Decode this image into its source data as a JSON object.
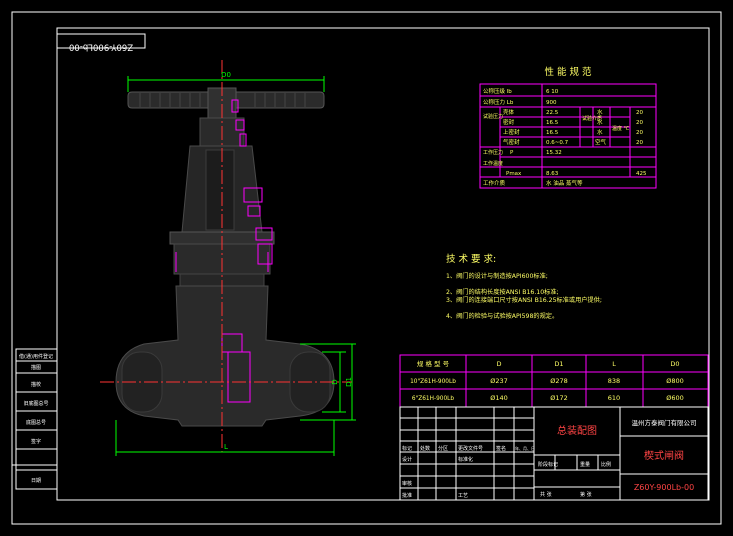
{
  "drawing_code_mirrored": "Z60Y-900Lb-00",
  "performance": {
    "title": "性 能 规 范",
    "rows": [
      {
        "label": "公称压级 lb",
        "value": "6  10"
      },
      {
        "label": "公称压力 Lb",
        "value": "900"
      },
      {
        "label": "试验压力",
        "sub": [
          "壳体",
          "密封",
          "上密封",
          "气密封"
        ],
        "values": [
          "22.5",
          "16.5",
          "16.5",
          "0.6~0.7"
        ],
        "medium": [
          "水",
          "水",
          "水",
          "空气"
        ],
        "temps": [
          "20",
          "20",
          "20",
          "20"
        ],
        "medium_label": "试验介质",
        "temp_label": "温度 ℃"
      },
      {
        "label": "工作压力",
        "sub": [
          "P"
        ],
        "values": [
          "15.32"
        ]
      },
      {
        "label": "工作温度",
        "sub": [
          "Pmax"
        ],
        "values": [
          "8.63"
        ],
        "temps": [
          "425"
        ]
      },
      {
        "label": "工作介质",
        "value": "水  油品  蒸气等"
      }
    ]
  },
  "tech": {
    "title": "技 术 要 求:",
    "items": [
      "1、阀门的设计与制造按API600标准;",
      "2、阀门的结构长度按ANSI B16.10标准;",
      "3、阀门的连接端口尺寸按ANSI B16.25标准或用户提供;",
      "4、阀门的检验与试验按API598的规定。"
    ]
  },
  "specs": {
    "headers": [
      "规 格 型 号",
      "D",
      "D1",
      "L",
      "D0"
    ],
    "rows": [
      [
        "10\"Z61H-900Lb",
        "Ø237",
        "Ø278",
        "838",
        "Ø800"
      ],
      [
        "6\"Z61H-900Lb",
        "Ø140",
        "Ø172",
        "610",
        "Ø600"
      ]
    ]
  },
  "title_block": {
    "drawing_name": "总装配图",
    "company": "温州方泰阀门有限公司",
    "product": "楔式闸阀",
    "code": "Z60Y-900Lb-00",
    "grid_labels": [
      "标记",
      "处数",
      "分区",
      "更改文件号",
      "签名",
      "年、月、日",
      "设计",
      "标准化",
      "阶段标记",
      "重量",
      "比例",
      "审核",
      "工艺",
      "批准",
      "共 张",
      "第 张"
    ]
  },
  "left_strip": [
    "借(通)用件登记",
    "描图",
    "描校",
    "旧底图总号",
    "底图总号",
    "签字",
    "日期"
  ],
  "dims": {
    "d0": "D0",
    "d": "D",
    "d1": "D1",
    "l": "L"
  },
  "colors": {
    "frame": "#ffffff",
    "table": "#ff00ff",
    "text": "#ffff66",
    "title": "#00ffff",
    "dim": "#00ff00",
    "centerline": "#ff0000",
    "body": "#2a2a2a"
  }
}
